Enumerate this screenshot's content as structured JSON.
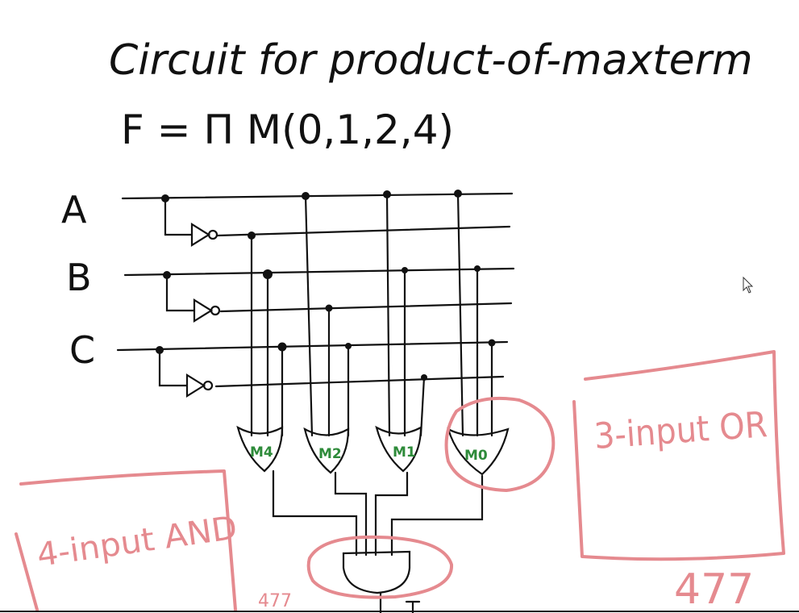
{
  "title": "Circuit for product-of-maxterm",
  "formula": "F = Π M(0,1,2,4)",
  "variables": [
    "A",
    "B",
    "C"
  ],
  "gates": [
    {
      "label": "M4"
    },
    {
      "label": "M2"
    },
    {
      "label": "M1"
    },
    {
      "label": "M0"
    }
  ],
  "annotations": {
    "and_note": "4-input AND",
    "or_note": "3-input OR",
    "page_left": "477",
    "page_right": "477"
  },
  "colors": {
    "ink": "#111111",
    "gate_label": "#2e8b3a",
    "annotation": "#e58a8f"
  }
}
